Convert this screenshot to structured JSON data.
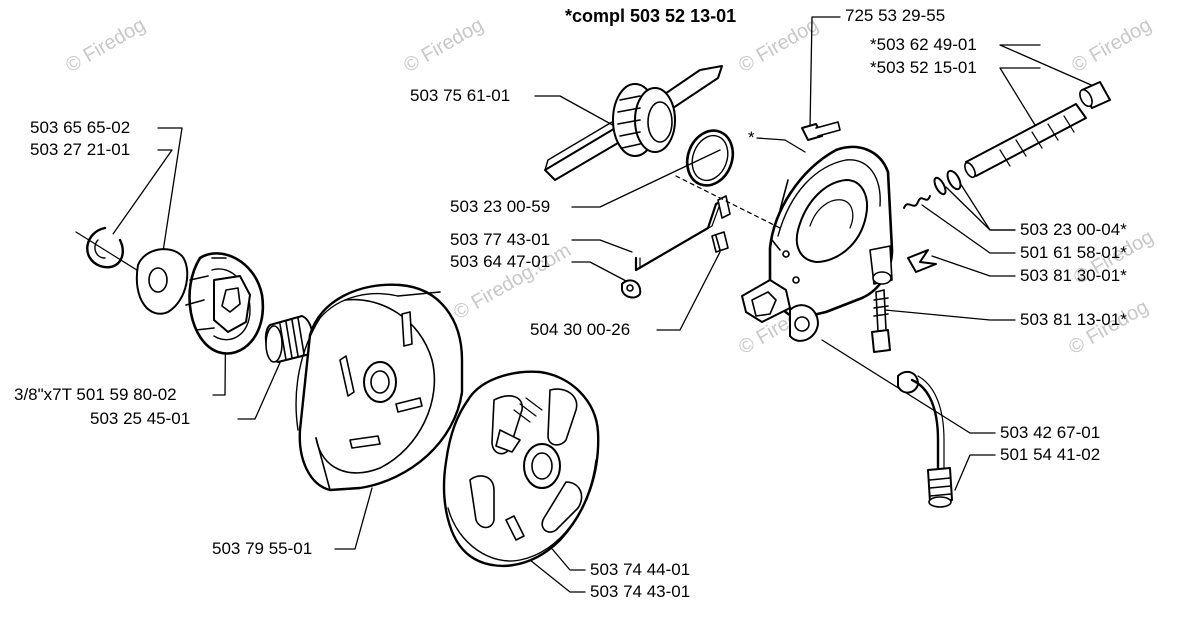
{
  "title": "*compl 503 52 13-01",
  "watermark": "© Firedog.com",
  "watermark_short": "© Firedog",
  "parts": {
    "p725_53_29_55": "725 53 29-55",
    "p503_62_49_01": "*503 62 49-01",
    "p503_52_15_01": "*503 52 15-01",
    "p503_75_61_01": "503 75 61-01",
    "p503_65_65_02": "503 65 65-02",
    "p503_27_21_01": "503 27 21-01",
    "star": "*",
    "p503_23_00_59": "503 23 00-59",
    "p503_77_43_01": "503 77 43-01",
    "p503_64_47_01": "503 64 47-01",
    "p503_23_00_04": "503 23 00-04*",
    "p501_61_58_01": "501 61 58-01*",
    "p503_81_30_01": "503 81 30-01*",
    "p504_30_00_26": "504 30 00-26",
    "p503_81_13_01": "503 81 13-01*",
    "p501_59_80_02": "3/8\"x7T 501 59 80-02",
    "p503_25_45_01": "503 25 45-01",
    "p503_42_67_01": "503 42 67-01",
    "p501_54_41_02": "501 54 41-02",
    "p503_79_55_01": "503 79 55-01",
    "p503_74_44_01": "503 74 44-01",
    "p503_74_43_01": "503 74 43-01"
  }
}
